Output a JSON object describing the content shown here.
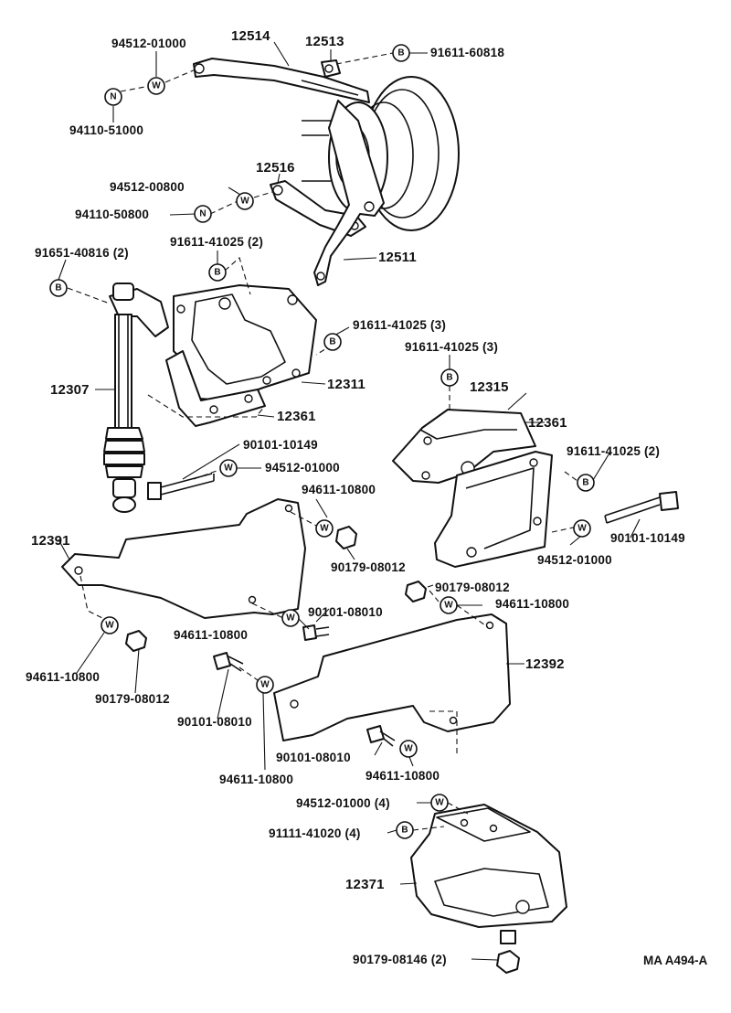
{
  "diagram": {
    "drawing_code": "MA A494-A",
    "symbols": {
      "washer": "W",
      "nut": "N",
      "bolt": "B"
    },
    "labels": [
      {
        "id": "l01",
        "text": "94512-01000"
      },
      {
        "id": "l02",
        "text": "12514"
      },
      {
        "id": "l03",
        "text": "12513"
      },
      {
        "id": "l04",
        "text": "91611-60818"
      },
      {
        "id": "l05",
        "text": "94110-51000"
      },
      {
        "id": "l06",
        "text": "12516"
      },
      {
        "id": "l07",
        "text": "94512-00800"
      },
      {
        "id": "l08",
        "text": "94110-50800"
      },
      {
        "id": "l09",
        "text": "91651-40816 (2)"
      },
      {
        "id": "l10",
        "text": "91611-41025 (2)"
      },
      {
        "id": "l11",
        "text": "12511"
      },
      {
        "id": "l12",
        "text": "91611-41025 (3)"
      },
      {
        "id": "l13",
        "text": "91611-41025 (3)"
      },
      {
        "id": "l14",
        "text": "12307"
      },
      {
        "id": "l15",
        "text": "12311"
      },
      {
        "id": "l16",
        "text": "12315"
      },
      {
        "id": "l17",
        "text": "12361"
      },
      {
        "id": "l18",
        "text": "12361"
      },
      {
        "id": "l19",
        "text": "90101-10149"
      },
      {
        "id": "l20",
        "text": "94512-01000"
      },
      {
        "id": "l21",
        "text": "91611-41025 (2)"
      },
      {
        "id": "l22",
        "text": "94611-10800"
      },
      {
        "id": "l23",
        "text": "12391"
      },
      {
        "id": "l24",
        "text": "90101-10149"
      },
      {
        "id": "l25",
        "text": "90179-08012"
      },
      {
        "id": "l26",
        "text": "94512-01000"
      },
      {
        "id": "l27",
        "text": "90101-08010"
      },
      {
        "id": "l28",
        "text": "90179-08012"
      },
      {
        "id": "l29",
        "text": "94611-10800"
      },
      {
        "id": "l30",
        "text": "94611-10800"
      },
      {
        "id": "l31",
        "text": "94611-10800"
      },
      {
        "id": "l32",
        "text": "12392"
      },
      {
        "id": "l33",
        "text": "90179-08012"
      },
      {
        "id": "l34",
        "text": "90101-08010"
      },
      {
        "id": "l35",
        "text": "90101-08010"
      },
      {
        "id": "l36",
        "text": "94611-10800"
      },
      {
        "id": "l37",
        "text": "94611-10800"
      },
      {
        "id": "l38",
        "text": "94512-01000 (4)"
      },
      {
        "id": "l39",
        "text": "91111-41020 (4)"
      },
      {
        "id": "l40",
        "text": "12371"
      },
      {
        "id": "l41",
        "text": "90179-08146 (2)"
      }
    ]
  }
}
